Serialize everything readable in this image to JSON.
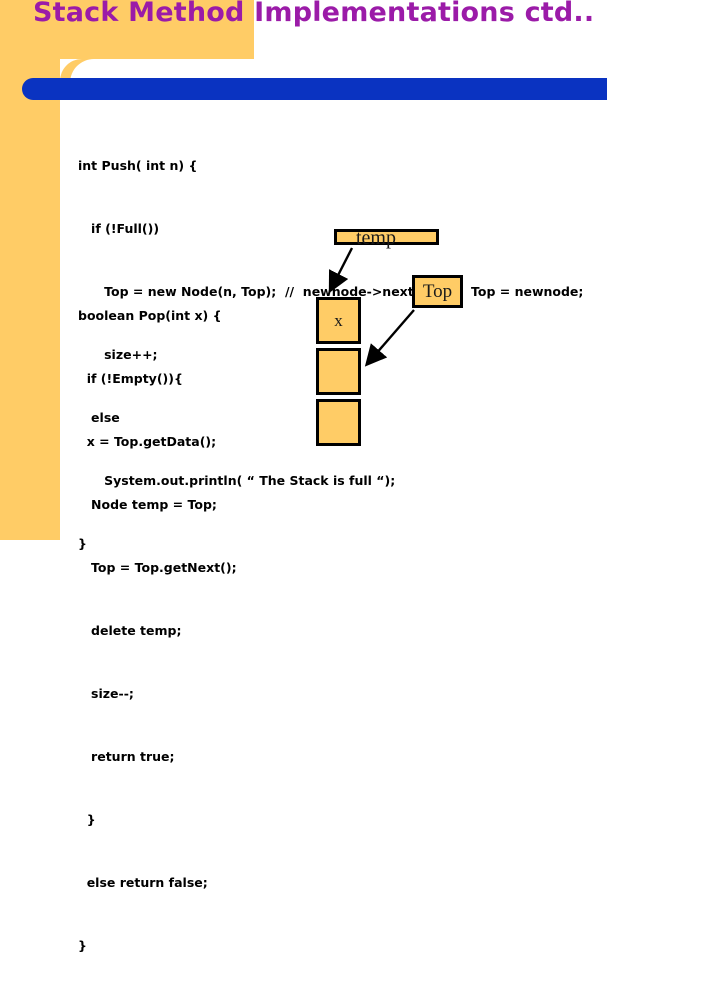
{
  "slide": {
    "title": "Stack Method Implementations ctd..",
    "colors": {
      "title_text": "#9B1BA8",
      "accent_orange": "#FFCC66",
      "accent_blue": "#0A33C1",
      "code_text": "#000000",
      "box_border": "#000000"
    }
  },
  "push_method": {
    "name": "Push",
    "lines": [
      "int Push( int n) {",
      "   if (!Full())",
      "      Top = new Node(n, Top);  //  newnode->next = Top;  Top = newnode;",
      "      size++;",
      "   else",
      "      System.out.println( “ The Stack is full “);",
      "}"
    ]
  },
  "pop_method": {
    "name": "Pop",
    "lines": [
      "boolean Pop(int x) {",
      "  if (!Empty()){",
      "  x = Top.getData();",
      "   Node temp = Top;",
      "   Top = Top.getNext();",
      "   delete temp;",
      "   size--;",
      "   return true;",
      "  }",
      "  else return false;",
      "}"
    ]
  },
  "diagram": {
    "stack_nodes": [
      {
        "label": "x"
      },
      {
        "label": ""
      },
      {
        "label": ""
      }
    ],
    "pointers": [
      {
        "id": "temp",
        "label": "temp"
      },
      {
        "id": "top",
        "label": "Top"
      }
    ],
    "arrows": [
      {
        "from": "temp",
        "to": "stack-node-1"
      },
      {
        "from": "top",
        "to": "stack-node-2"
      }
    ]
  }
}
